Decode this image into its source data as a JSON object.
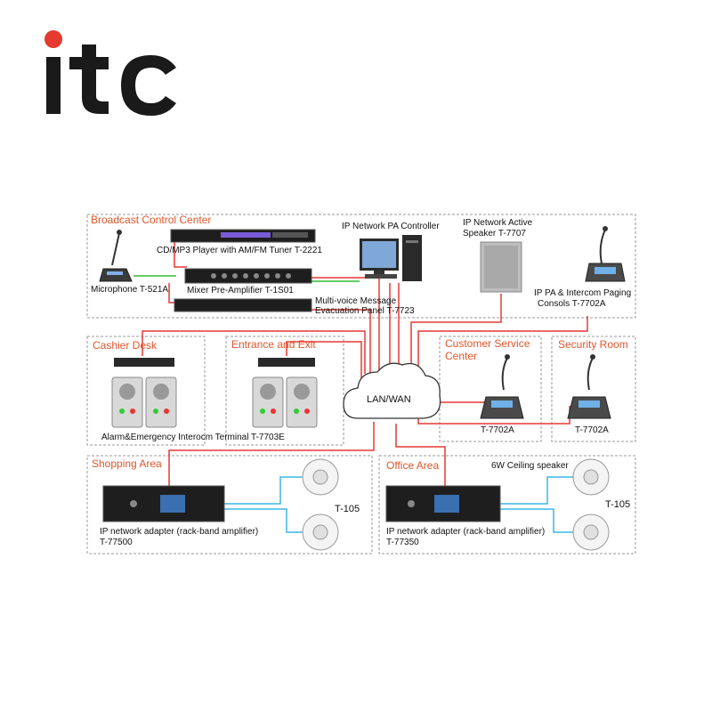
{
  "brand": {
    "logo_text": "itc",
    "color_dark": "#1a1a1a",
    "color_accent": "#e43a2f"
  },
  "colors": {
    "zone_title": "#e0562a",
    "red_link": "#e53935",
    "cyan_link": "#39b5e6",
    "green_link": "#33bb33",
    "border": "#9a9a9a"
  },
  "zones": {
    "broadcast": "Broadcast Control Center",
    "cashier": "Cashier Desk",
    "entrance": "Entrance and Exit",
    "customer": "Customer Service\nCenter",
    "security": "Security Room",
    "shopping": "Shopping Area",
    "office": "Office Area"
  },
  "devices": {
    "cd_player": "CD/MP3 Player with AM/FM Tuner T-2221",
    "mixer": "Mixer Pre-Amplifier T-1S01",
    "evac_panel_1": "Multi-voice Message",
    "evac_panel_2": "Evacuation Panel  T-7723",
    "microphone": "Microphone T-521A",
    "pa_controller": "IP Network PA Controller",
    "active_speaker_1": "IP Network Active",
    "active_speaker_2": "Speaker T-7707",
    "paging_console_1": "IP PA & Intercom Paging",
    "paging_console_2": "Consols T-7702A",
    "intercom_terminal": "Alarm&Emergency Interocm Terminal  T-7703E",
    "cloud": "LAN/WAN",
    "console_customer": "T-7702A",
    "console_security": "T-7702A",
    "adapter_shop_1": "IP network adapter (rack-band amplifier)",
    "adapter_shop_2": "T-77500",
    "adapter_office_1": "IP network adapter (rack-band amplifier)",
    "adapter_office_2": "T-77350",
    "ceiling_speaker": "6W Ceiling speaker",
    "speaker_shop": "T-105",
    "speaker_office": "T-105"
  }
}
